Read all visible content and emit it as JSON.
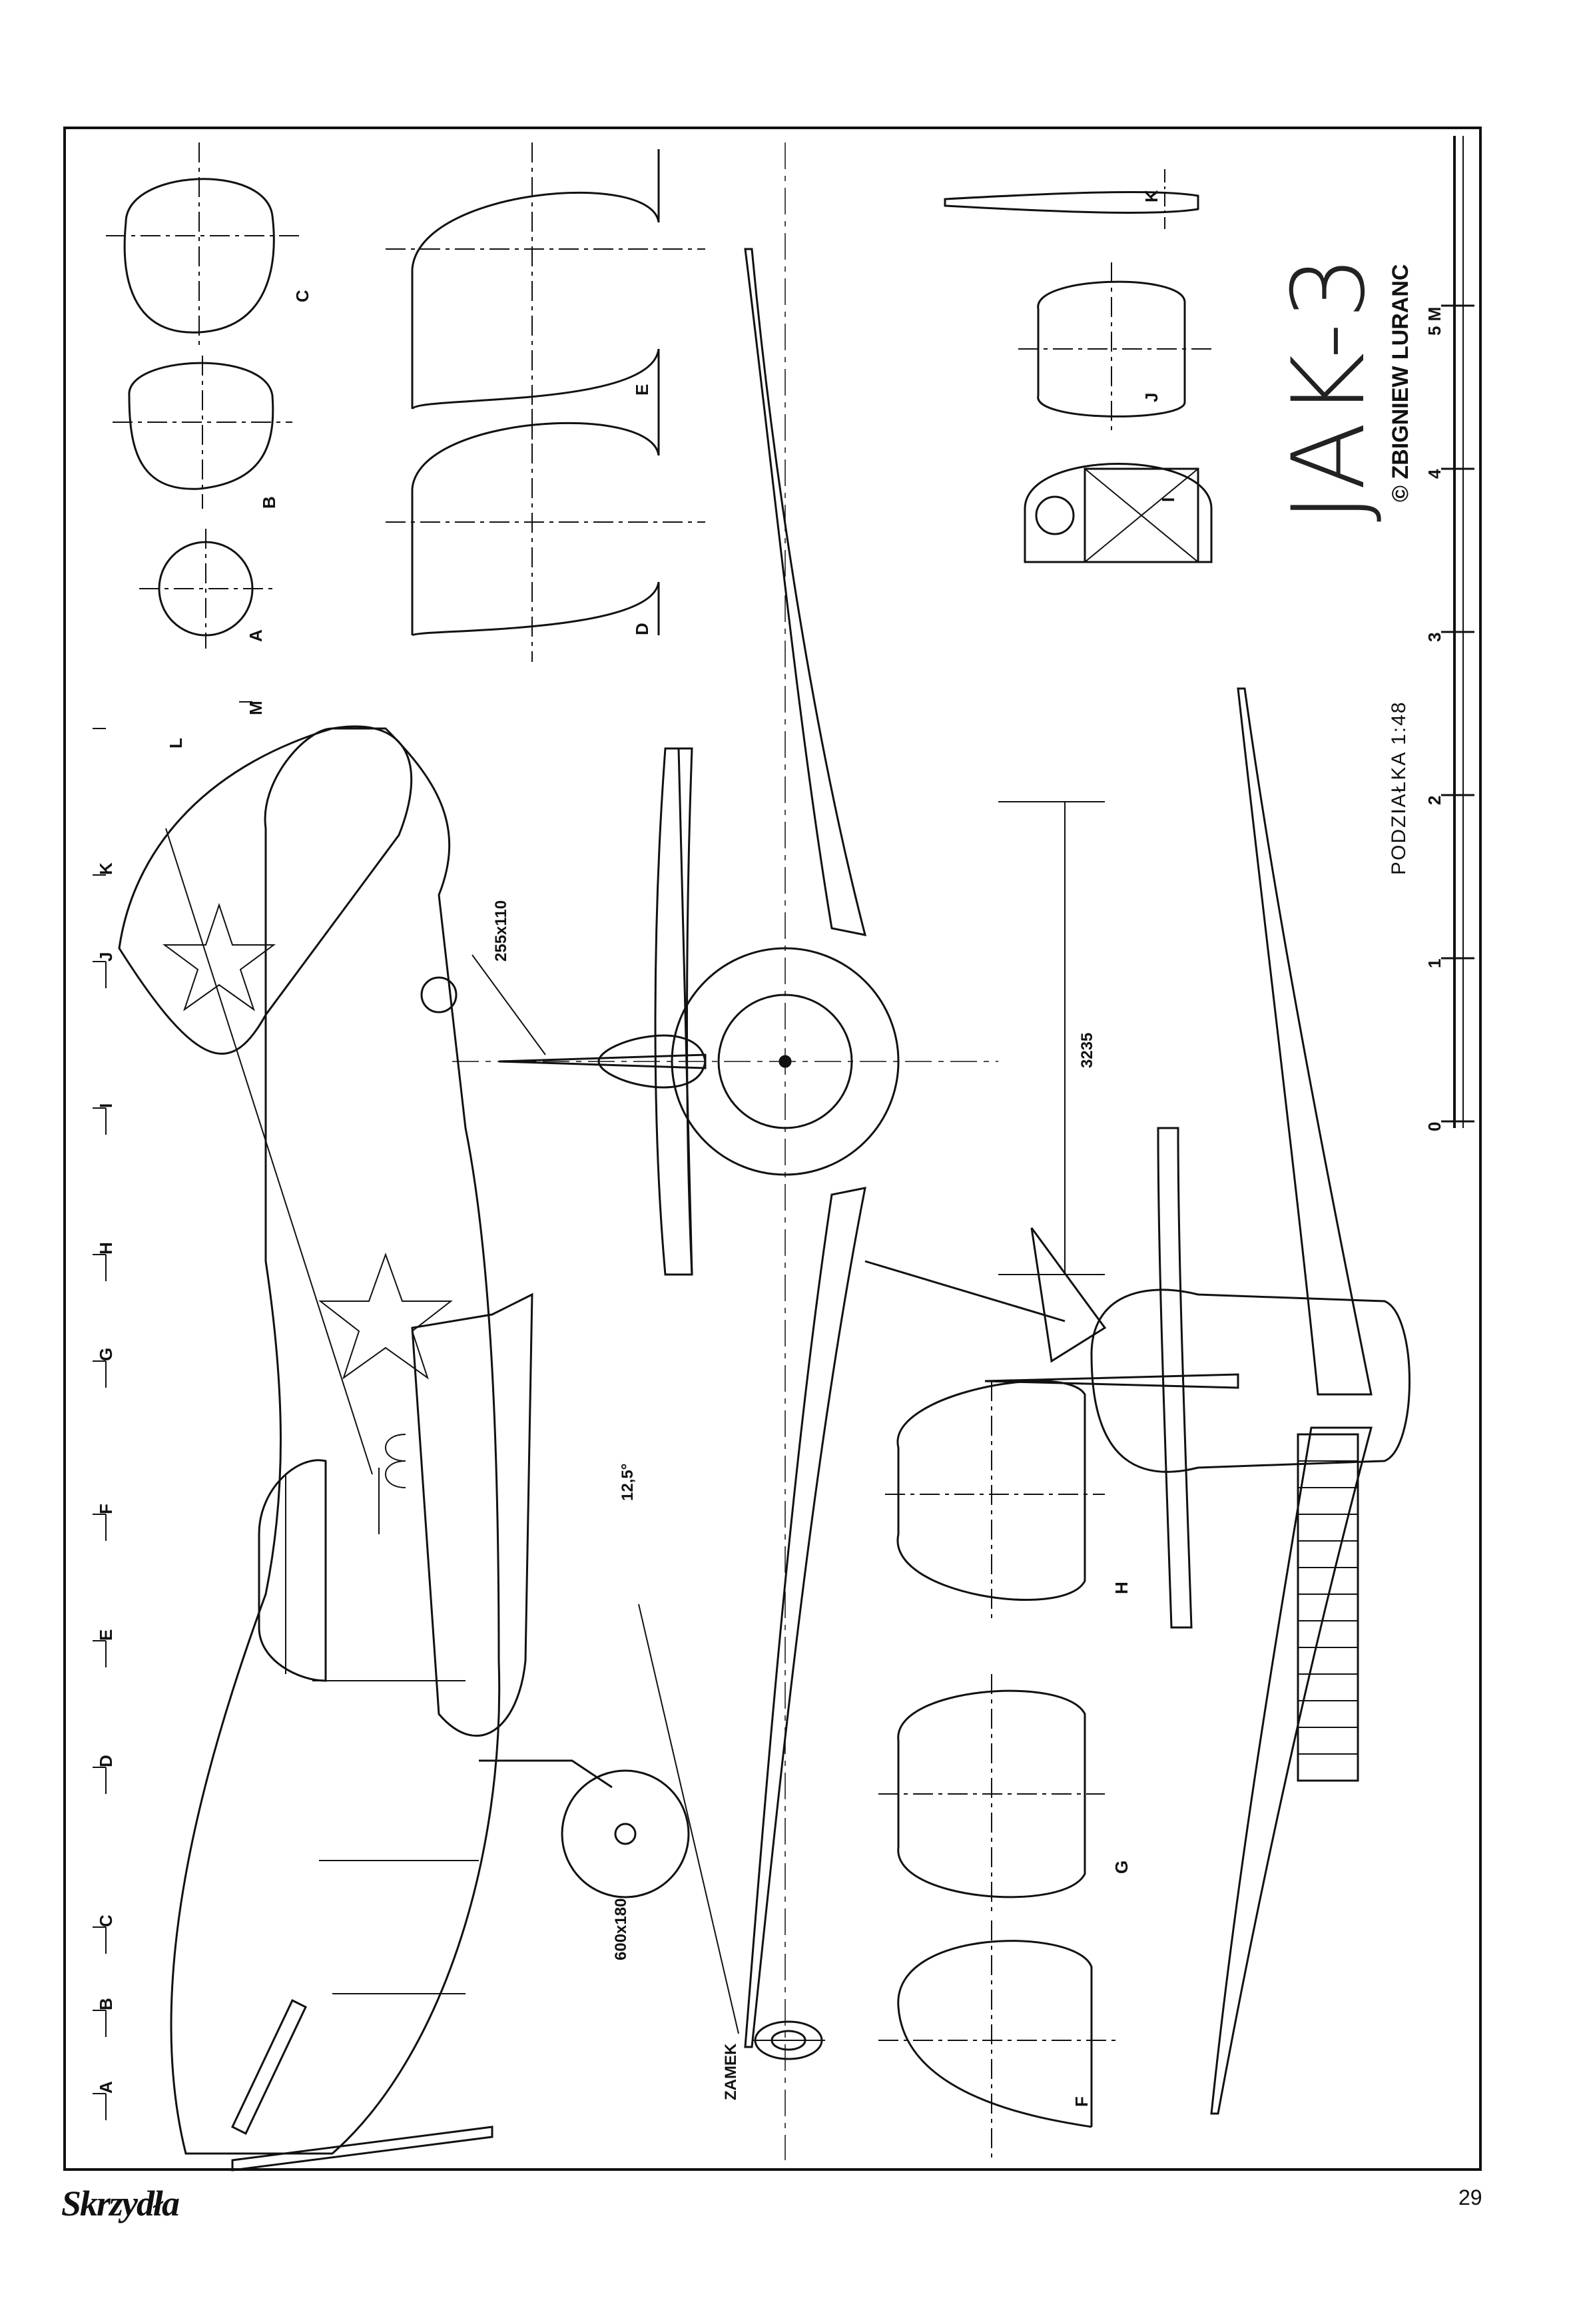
{
  "title": "JAK-3",
  "author": "© ZBIGNIEW LURANC",
  "scale_label": "PODZIAŁKA 1:48",
  "scale_ticks": [
    "0",
    "1",
    "2",
    "3",
    "4",
    "5 M"
  ],
  "section_letters": [
    "A",
    "B",
    "C",
    "D",
    "E",
    "F",
    "G",
    "H",
    "I",
    "J",
    "K",
    "L",
    "M"
  ],
  "dimensions": {
    "tail_wheel": "255x110",
    "main_wheel": "600x180",
    "span": "3235",
    "dihedral": "12,5°",
    "lock": "ZAMEK"
  },
  "logo": "Skrzydła",
  "page_number": "29"
}
